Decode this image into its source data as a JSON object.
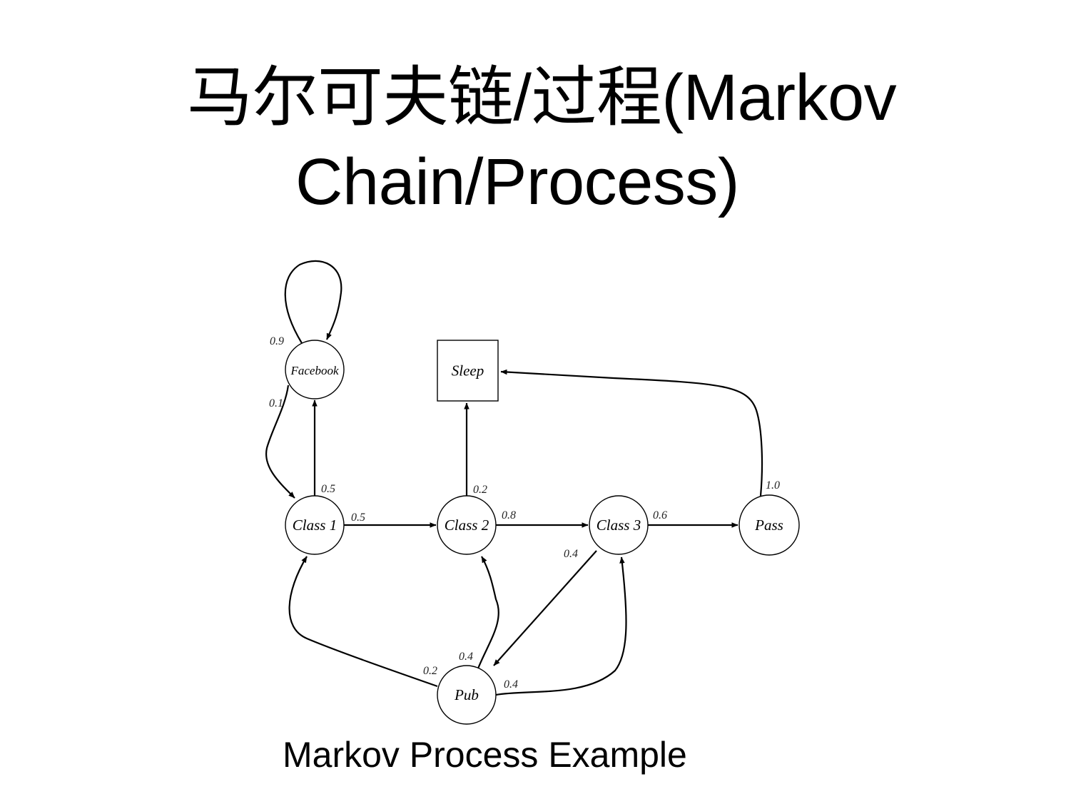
{
  "slide": {
    "title_line1": "马尔可夫链/过程(Markov",
    "title_line2": "Chain/Process)",
    "caption": "Markov Process Example"
  },
  "diagram": {
    "nodes": [
      {
        "id": "facebook",
        "label": "Facebook",
        "shape": "circle"
      },
      {
        "id": "sleep",
        "label": "Sleep",
        "shape": "square"
      },
      {
        "id": "class1",
        "label": "Class 1",
        "shape": "circle"
      },
      {
        "id": "class2",
        "label": "Class 2",
        "shape": "circle"
      },
      {
        "id": "class3",
        "label": "Class 3",
        "shape": "circle"
      },
      {
        "id": "pass",
        "label": "Pass",
        "shape": "circle"
      },
      {
        "id": "pub",
        "label": "Pub",
        "shape": "circle"
      }
    ],
    "edges": [
      {
        "id": "facebook-facebook",
        "from": "facebook",
        "to": "facebook",
        "label": "0.9"
      },
      {
        "id": "facebook-class1",
        "from": "facebook",
        "to": "class1",
        "label": "0.1"
      },
      {
        "id": "class1-facebook",
        "from": "class1",
        "to": "facebook",
        "label": "0.5"
      },
      {
        "id": "class1-class2",
        "from": "class1",
        "to": "class2",
        "label": "0.5"
      },
      {
        "id": "class2-sleep",
        "from": "class2",
        "to": "sleep",
        "label": "0.2"
      },
      {
        "id": "class2-class3",
        "from": "class2",
        "to": "class3",
        "label": "0.8"
      },
      {
        "id": "class3-pass",
        "from": "class3",
        "to": "pass",
        "label": "0.6"
      },
      {
        "id": "class3-pub",
        "from": "class3",
        "to": "pub",
        "label": "0.4"
      },
      {
        "id": "pass-sleep",
        "from": "pass",
        "to": "sleep",
        "label": "1.0"
      },
      {
        "id": "pub-class1",
        "from": "pub",
        "to": "class1",
        "label": "0.2"
      },
      {
        "id": "pub-class2",
        "from": "pub",
        "to": "class2",
        "label": "0.4"
      },
      {
        "id": "pub-class3",
        "from": "pub",
        "to": "class3",
        "label": "0.4"
      }
    ]
  }
}
